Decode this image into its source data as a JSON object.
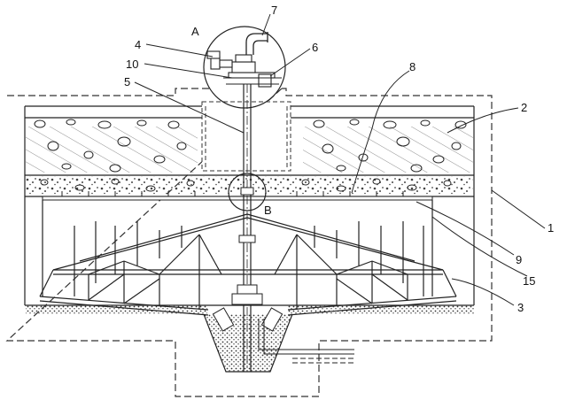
{
  "figure": {
    "detail_labels": {
      "A": "A",
      "B": "B"
    },
    "callouts": [
      {
        "id": "7",
        "label": "7"
      },
      {
        "id": "4",
        "label": "4"
      },
      {
        "id": "6",
        "label": "6"
      },
      {
        "id": "10",
        "label": "10"
      },
      {
        "id": "5",
        "label": "5"
      },
      {
        "id": "8",
        "label": "8"
      },
      {
        "id": "2",
        "label": "2"
      },
      {
        "id": "1",
        "label": "1"
      },
      {
        "id": "9",
        "label": "9"
      },
      {
        "id": "15",
        "label": "15"
      },
      {
        "id": "3",
        "label": "3"
      }
    ]
  }
}
